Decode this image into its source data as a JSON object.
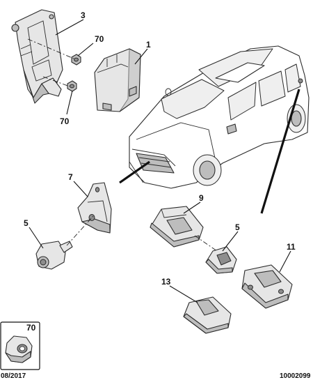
{
  "callouts": {
    "c3": "3",
    "c70_top": "70",
    "c70_bottom": "70",
    "c1": "1",
    "c7": "7",
    "c5_left": "5",
    "c9": "9",
    "c5_right": "5",
    "c11": "11",
    "c13": "13"
  },
  "inset": {
    "label": "70"
  },
  "footer": {
    "date": "08/2017",
    "reference": "10002099"
  }
}
